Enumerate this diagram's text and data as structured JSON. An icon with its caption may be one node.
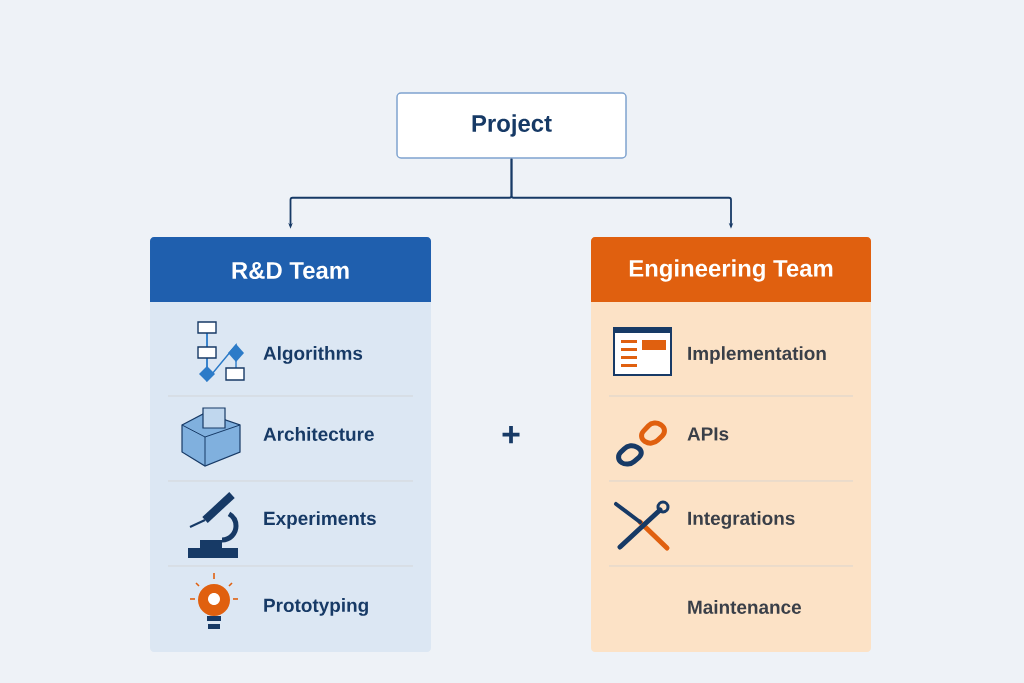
{
  "diagram": {
    "nodes": [
      {
        "text": [
          "Project"
        ]
      },
      {
        "text": [
          "R&D Team"
        ]
      },
      {
        "text": [
          "Engineering Team"
        ]
      },
      {
        "text": [
          "Algorithms"
        ],
        "in": 1
      },
      {
        "text": [
          "Architecture"
        ],
        "in": 1
      },
      {
        "text": [
          "Experiments"
        ],
        "in": 1
      },
      {
        "text": [
          "Prototyping"
        ],
        "in": 1
      },
      {
        "text": [
          "Implementation"
        ],
        "in": 2
      },
      {
        "text": [
          "APIs"
        ],
        "in": 2
      },
      {
        "text": [
          "Integrations"
        ],
        "in": 2
      },
      {
        "text": [
          "Maintenance"
        ],
        "in": 2
      }
    ],
    "edges": [
      {
        "from": 0,
        "to": 1,
        "arrow": "to"
      },
      {
        "from": 0,
        "to": 2,
        "arrow": "to"
      }
    ],
    "labels": [
      "+"
    ]
  }
}
